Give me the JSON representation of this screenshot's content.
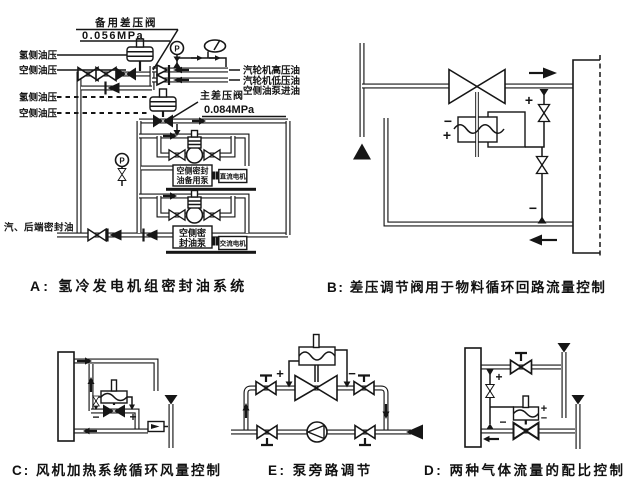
{
  "page": {
    "background": "#ffffff",
    "ink": "#141414"
  },
  "captions": {
    "a": "A: 氢冷发电机组密封油系统",
    "b": "B: 差压调节阀用于物料循环回路流量控制",
    "c": "C: 风机加热系统循环风量控制",
    "e": "E: 泵旁路调节",
    "d": "D: 两种气体流量的配比控制"
  },
  "diagram_a": {
    "labels": {
      "backup_valve": "备用差压阀",
      "backup_pressure": "0.056MPa",
      "hydrogen_oil_top": "氢侧油压",
      "air_oil_top": "空侧油压",
      "turbine_hp_oil": "汽轮机高压油",
      "turbine_lp_oil": "汽轮机低压油",
      "air_pump_inlet": "空侧油泵进油",
      "main_valve": "主差压阀",
      "main_pressure": "0.084MPa",
      "hydrogen_oil_mid": "氢侧油压",
      "air_oil_mid": "空侧油压",
      "steam_rear_seal": "汽、后端密封油",
      "gauge_letter": "P",
      "backup_pump_l1": "空侧密封",
      "backup_pump_l2": "油备用泵",
      "dc_motor": "直流电机",
      "main_pump_l1": "空侧密",
      "main_pump_l2": "封油泵",
      "ac_motor": "交流电机"
    }
  },
  "diagram_b": {
    "signs": {
      "box_minus": "−",
      "box_plus": "+",
      "tap_plus": "+",
      "tap_minus": "−"
    }
  },
  "diagram_c": {
    "signs": {
      "minus": "−",
      "plus": "+"
    }
  },
  "diagram_e": {
    "signs": {
      "plus": "+",
      "minus": "−"
    }
  },
  "diagram_d": {
    "signs": {
      "line_plus": "+",
      "line_minus": "−",
      "act_plus": "+",
      "act_minus": "−"
    }
  }
}
